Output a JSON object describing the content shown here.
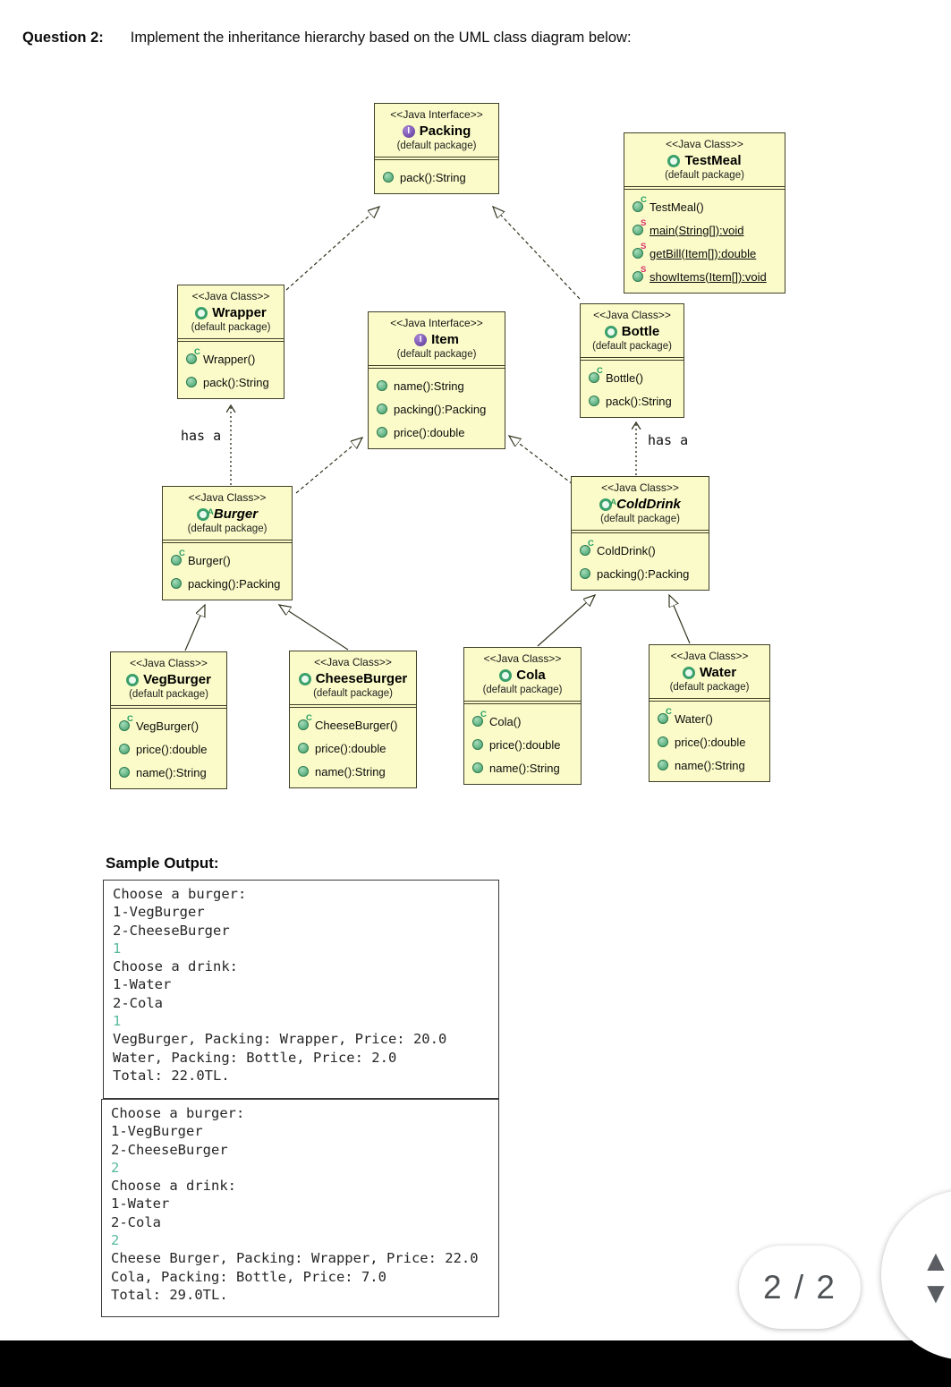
{
  "header": {
    "label": "Question 2:",
    "instruction": "Implement the inheritance hierarchy based on the UML class diagram below:"
  },
  "colors": {
    "box_fill": "#fbfbc9",
    "box_border": "#3f3f28",
    "method_bullet_green": "#3e9e68",
    "constructor_c": "#1d9e63",
    "static_s": "#d6336c",
    "interface_icon_purple": "#5b3694",
    "class_icon_green": "#3aa06b",
    "console_input_text": "#58b99d"
  },
  "diagram": {
    "classes": [
      {
        "stereotype": "<<Java Interface>>",
        "kind": "interface",
        "name": "Packing",
        "package": "(default package)",
        "members": [
          {
            "type": "method",
            "label": "pack():String"
          }
        ]
      },
      {
        "stereotype": "<<Java Class>>",
        "kind": "class",
        "name": "TestMeal",
        "package": "(default package)",
        "members": [
          {
            "type": "constructor",
            "label": "TestMeal()"
          },
          {
            "type": "static",
            "label": "main(String[]):void"
          },
          {
            "type": "static",
            "label": "getBill(Item[]):double"
          },
          {
            "type": "static",
            "label": "showItems(Item[]):void"
          }
        ]
      },
      {
        "stereotype": "<<Java Class>>",
        "kind": "class",
        "name": "Wrapper",
        "package": "(default package)",
        "members": [
          {
            "type": "constructor",
            "label": "Wrapper()"
          },
          {
            "type": "method",
            "label": "pack():String"
          }
        ]
      },
      {
        "stereotype": "<<Java Interface>>",
        "kind": "interface",
        "name": "Item",
        "package": "(default package)",
        "members": [
          {
            "type": "method",
            "label": "name():String"
          },
          {
            "type": "method",
            "label": "packing():Packing"
          },
          {
            "type": "method",
            "label": "price():double"
          }
        ]
      },
      {
        "stereotype": "<<Java Class>>",
        "kind": "class",
        "name": "Bottle",
        "package": "(default package)",
        "members": [
          {
            "type": "constructor",
            "label": "Bottle()"
          },
          {
            "type": "method",
            "label": "pack():String"
          }
        ]
      },
      {
        "stereotype": "<<Java Class>>",
        "kind": "abstract-class",
        "name": "Burger",
        "package": "(default package)",
        "members": [
          {
            "type": "constructor",
            "label": "Burger()"
          },
          {
            "type": "method",
            "label": "packing():Packing"
          }
        ]
      },
      {
        "stereotype": "<<Java Class>>",
        "kind": "abstract-class",
        "name": "ColdDrink",
        "package": "(default package)",
        "members": [
          {
            "type": "constructor",
            "label": "ColdDrink()"
          },
          {
            "type": "method",
            "label": "packing():Packing"
          }
        ]
      },
      {
        "stereotype": "<<Java Class>>",
        "kind": "class",
        "name": "VegBurger",
        "package": "(default package)",
        "members": [
          {
            "type": "constructor",
            "label": "VegBurger()"
          },
          {
            "type": "method",
            "label": "price():double"
          },
          {
            "type": "method",
            "label": "name():String"
          }
        ]
      },
      {
        "stereotype": "<<Java Class>>",
        "kind": "class",
        "name": "CheeseBurger",
        "package": "(default package)",
        "members": [
          {
            "type": "constructor",
            "label": "CheeseBurger()"
          },
          {
            "type": "method",
            "label": "price():double"
          },
          {
            "type": "method",
            "label": "name():String"
          }
        ]
      },
      {
        "stereotype": "<<Java Class>>",
        "kind": "class",
        "name": "Cola",
        "package": "(default package)",
        "members": [
          {
            "type": "constructor",
            "label": "Cola()"
          },
          {
            "type": "method",
            "label": "price():double"
          },
          {
            "type": "method",
            "label": "name():String"
          }
        ]
      },
      {
        "stereotype": "<<Java Class>>",
        "kind": "class",
        "name": "Water",
        "package": "(default package)",
        "members": [
          {
            "type": "constructor",
            "label": "Water()"
          },
          {
            "type": "method",
            "label": "price():double"
          },
          {
            "type": "method",
            "label": "name():String"
          }
        ]
      }
    ],
    "relations": [
      {
        "from": "Wrapper",
        "to": "Packing",
        "type": "realization"
      },
      {
        "from": "Bottle",
        "to": "Packing",
        "type": "realization"
      },
      {
        "from": "Burger",
        "to": "Item",
        "type": "realization"
      },
      {
        "from": "ColdDrink",
        "to": "Item",
        "type": "realization"
      },
      {
        "from": "Burger",
        "to": "Wrapper",
        "type": "dependency",
        "label": "has a"
      },
      {
        "from": "ColdDrink",
        "to": "Bottle",
        "type": "dependency",
        "label": "has a"
      },
      {
        "from": "VegBurger",
        "to": "Burger",
        "type": "inheritance"
      },
      {
        "from": "CheeseBurger",
        "to": "Burger",
        "type": "inheritance"
      },
      {
        "from": "Cola",
        "to": "ColdDrink",
        "type": "inheritance"
      },
      {
        "from": "Water",
        "to": "ColdDrink",
        "type": "inheritance"
      }
    ]
  },
  "sample_output": {
    "title": "Sample Output:",
    "runs": [
      {
        "lines": [
          {
            "type": "out",
            "text": "Choose a burger:"
          },
          {
            "type": "out",
            "text": "1-VegBurger"
          },
          {
            "type": "out",
            "text": "2-CheeseBurger"
          },
          {
            "type": "input",
            "text": "1"
          },
          {
            "type": "out",
            "text": "Choose a drink:"
          },
          {
            "type": "out",
            "text": "1-Water"
          },
          {
            "type": "out",
            "text": "2-Cola"
          },
          {
            "type": "input",
            "text": "1"
          },
          {
            "type": "out",
            "text": "VegBurger, Packing: Wrapper, Price: 20.0"
          },
          {
            "type": "out",
            "text": "Water, Packing: Bottle, Price: 2.0"
          },
          {
            "type": "out",
            "text": "Total: 22.0TL."
          }
        ]
      },
      {
        "lines": [
          {
            "type": "out",
            "text": "Choose a burger:"
          },
          {
            "type": "out",
            "text": "1-VegBurger"
          },
          {
            "type": "out",
            "text": "2-CheeseBurger"
          },
          {
            "type": "input",
            "text": "2"
          },
          {
            "type": "out",
            "text": "Choose a drink:"
          },
          {
            "type": "out",
            "text": "1-Water"
          },
          {
            "type": "out",
            "text": "2-Cola"
          },
          {
            "type": "input",
            "text": "2"
          },
          {
            "type": "out",
            "text": "Cheese Burger, Packing: Wrapper, Price: 22.0"
          },
          {
            "type": "out",
            "text": "Cola, Packing: Bottle, Price: 7.0"
          },
          {
            "type": "out",
            "text": "Total: 29.0TL."
          }
        ]
      }
    ]
  },
  "pager": {
    "label": "2 / 2"
  },
  "scroll": {
    "up_icon": "▲",
    "down_icon": "▼"
  }
}
